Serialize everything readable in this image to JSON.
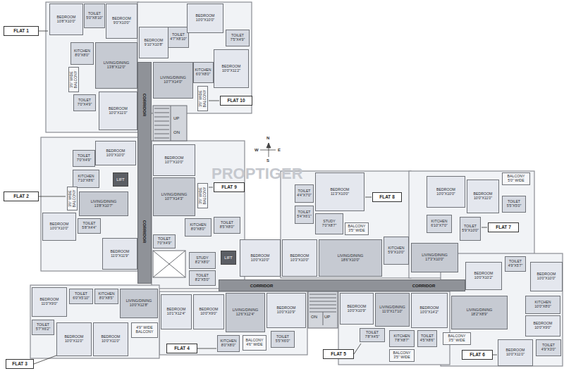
{
  "diagram": {
    "nodes": [
      {
        "text": [
          "FLAT 1"
        ]
      },
      {
        "text": [
          "BEDROOM",
          "10'8\"X10'0\""
        ]
      },
      {
        "text": [
          "TOILET",
          "5'0\"X8'10\""
        ]
      },
      {
        "text": [
          "BEDROOM",
          "9'0\"X10'0\""
        ]
      },
      {
        "text": [
          "KITCHEN",
          "8'0\"X8'0\""
        ]
      },
      {
        "text": [
          "LIVING/DINING",
          "13'8\"X12'0\""
        ]
      },
      {
        "text": [
          "3'0\" WIDE",
          "BALCONY"
        ]
      },
      {
        "text": [
          "TOILET",
          "7'0\"X4'9\""
        ]
      },
      {
        "text": [
          "BEDROOM",
          "10'0\"X11'0\""
        ]
      },
      {
        "text": [
          "FLAT 10"
        ]
      },
      {
        "text": [
          "BEDROOM",
          "9'10\"X10'8\""
        ]
      },
      {
        "text": [
          "TOILET",
          "4'7\"X8'10\""
        ]
      },
      {
        "text": [
          "BEDROOM",
          "10'0\"X10'0\""
        ]
      },
      {
        "text": [
          "TOILET",
          "7'5\"X4'9\""
        ]
      },
      {
        "text": [
          "LIVING/DINING",
          "10'7\"X14'0\""
        ]
      },
      {
        "text": [
          "KITCHEN",
          "6'0\"X8'0\""
        ]
      },
      {
        "text": [
          "BEDROOM",
          "10'0\"X11'2\""
        ]
      },
      {
        "text": [
          "3'0\" WIDE",
          "BALCONY"
        ]
      },
      {
        "text": [
          "CORRIDOR",
          "CORRIDOR"
        ]
      },
      {
        "text": [
          "FLAT 2"
        ]
      },
      {
        "text": [
          "BEDROOM",
          "10'0\"X10'0\""
        ]
      },
      {
        "text": [
          "TOILET",
          "7'0\"X4'9\""
        ]
      },
      {
        "text": [
          "KITCHEN",
          "7'10\"X8'6\""
        ]
      },
      {
        "text": [
          "LIFT"
        ]
      },
      {
        "text": [
          "LIVING/DINING",
          "13'8\"X10'7\""
        ]
      },
      {
        "text": [
          "3'0\" WIDE",
          "BALCONY"
        ]
      },
      {
        "text": [
          "BEDROOM",
          "10'0\"X10'0\""
        ]
      },
      {
        "text": [
          "TOILET",
          "5'8\"X4'4\""
        ]
      },
      {
        "text": [
          "BEDROOM",
          "11'0\"X11'9\""
        ]
      },
      {
        "text": [
          "FLAT 9"
        ]
      },
      {
        "text": [
          "BEDROOM",
          "10'7\"X10'0\""
        ]
      },
      {
        "text": [
          "LIVING/DINING",
          "10'7\"X14'3\""
        ]
      },
      {
        "text": [
          "3'0\" WIDE",
          "BALCONY"
        ]
      },
      {
        "text": [
          "KITCHEN",
          "8'0\"X8'0\""
        ]
      },
      {
        "text": [
          "TOILET",
          "8'5\"X8'0\""
        ]
      },
      {
        "text": [
          "TOILET",
          "7'0\"X4'9\""
        ]
      },
      {
        "text": [
          "STUDY",
          "8'2\"X8'0\""
        ]
      },
      {
        "text": [
          "TOILET",
          "8'2\"X5'0\""
        ]
      },
      {
        "text": [
          "LIFT"
        ]
      },
      {
        "text": [
          "BEDROOM",
          "10'0\"X10'0\""
        ]
      },
      {
        "text": [
          "FLAT 8"
        ]
      },
      {
        "text": [
          "TOILET",
          "4'4\"X7'0\""
        ]
      },
      {
        "text": [
          "BEDROOM",
          "11'3\"X10'0\""
        ]
      },
      {
        "text": [
          "TOILET",
          "5'4\"X6'1\""
        ]
      },
      {
        "text": [
          "STUDY",
          "7'0\"X8'7\""
        ]
      },
      {
        "text": [
          "BALCONY",
          "3'5\" WIDE"
        ]
      },
      {
        "text": [
          "BEDROOM",
          "10'3\"X10'0\""
        ]
      },
      {
        "text": [
          "LIVING/DINING",
          "18'6\"X10'0\""
        ]
      },
      {
        "text": [
          "KITCHEN",
          "5'9\"X10'0\""
        ]
      },
      {
        "text": [
          "FLAT 7"
        ]
      },
      {
        "text": [
          "BEDROOM",
          "10'0\"X10'0\""
        ]
      },
      {
        "text": [
          "BEDROOM",
          "10'0\"X11'0\""
        ]
      },
      {
        "text": [
          "BALCONY",
          "5'0\" WIDE"
        ]
      },
      {
        "text": [
          "TOILET",
          "5'5\"X5'0\""
        ]
      },
      {
        "text": [
          "KITCHEN",
          "6'10\"X7'0\""
        ]
      },
      {
        "text": [
          "TOILET",
          "5'9\"X10'0\""
        ]
      },
      {
        "text": [
          "LIVING/DINING",
          "17'3\"X10'0\""
        ]
      },
      {
        "text": [
          "BEDROOM",
          "10'0\"X10'2\""
        ]
      },
      {
        "text": [
          "FLAT 6"
        ]
      },
      {
        "text": [
          "TOILET",
          "4'9\"X5'7\""
        ]
      },
      {
        "text": [
          "BEDROOM",
          "10'0\"X10'0\""
        ]
      },
      {
        "text": [
          "LIVING/DINING",
          "18'2\"X8'9\""
        ]
      },
      {
        "text": [
          "KITCHEN",
          "10'0\"X8'0\""
        ]
      },
      {
        "text": [
          "BEDROOM",
          "10'0\"X9'0\""
        ]
      },
      {
        "text": [
          "BALCONY",
          "3'5\" WIDE"
        ]
      },
      {
        "text": [
          "BEDROOM",
          "10'0\"X11'0\""
        ]
      },
      {
        "text": [
          "TOILET",
          "4'9\"X3'0\""
        ]
      },
      {
        "text": [
          "FLAT 5"
        ]
      },
      {
        "text": [
          "BEDROOM",
          "10'0\"X10'9\""
        ]
      },
      {
        "text": [
          "LIVING/DINING",
          "11'0\"X17'10\""
        ]
      },
      {
        "text": [
          "BEDROOM",
          "10'0\"X14'2\""
        ]
      },
      {
        "text": [
          "TOILET",
          "7'8\"X4'5\""
        ]
      },
      {
        "text": [
          "TOILET",
          "4'5\"X8'6\""
        ]
      },
      {
        "text": [
          "KITCHEN",
          "7'8\"X8'7\""
        ]
      },
      {
        "text": [
          "BALCONY",
          "3'5\" WIDE"
        ]
      },
      {
        "text": [
          "FLAT 4"
        ]
      },
      {
        "text": [
          "BEDROOM",
          "10'1\"X12'4\""
        ]
      },
      {
        "text": [
          "BEDROOM",
          "10'0\"X9'0\""
        ]
      },
      {
        "text": [
          "LIVING/DINING",
          "12'6\"X12'4\""
        ]
      },
      {
        "text": [
          "BEDROOM",
          "10'0\"X10'9\""
        ]
      },
      {
        "text": [
          "KITCHEN",
          "8'0\"X8'0\""
        ]
      },
      {
        "text": [
          "BALCONY",
          "4'6\" WIDE"
        ]
      },
      {
        "text": [
          "TOILET",
          "5'5\"X6'0\""
        ]
      },
      {
        "text": [
          "FLAT 3"
        ]
      },
      {
        "text": [
          "BEDROOM",
          "11'0\"X9'0\""
        ]
      },
      {
        "text": [
          "TOILET",
          "6'0\"X5'10\""
        ]
      },
      {
        "text": [
          "KITCHEN",
          "8'0\"X8'5\""
        ]
      },
      {
        "text": [
          "LIVING/DINING",
          "10'0\"X12'8\""
        ]
      },
      {
        "text": [
          "TOILET",
          "5'7\"X6'2\""
        ]
      },
      {
        "text": [
          "BEDROOM",
          "10'0\"X11'0\""
        ]
      },
      {
        "text": [
          "BEDROOM",
          "10'0\"X11'0\""
        ]
      },
      {
        "text": [
          "4'9\" WIDE",
          "BALCONY"
        ]
      },
      {
        "text": [
          "CORRIDOR",
          "CORRIDOR"
        ]
      }
    ],
    "labels": [
      "PROPTIGER",
      "N",
      "E",
      "S",
      "W",
      "UP",
      "ON",
      "ON",
      "UP"
    ]
  }
}
